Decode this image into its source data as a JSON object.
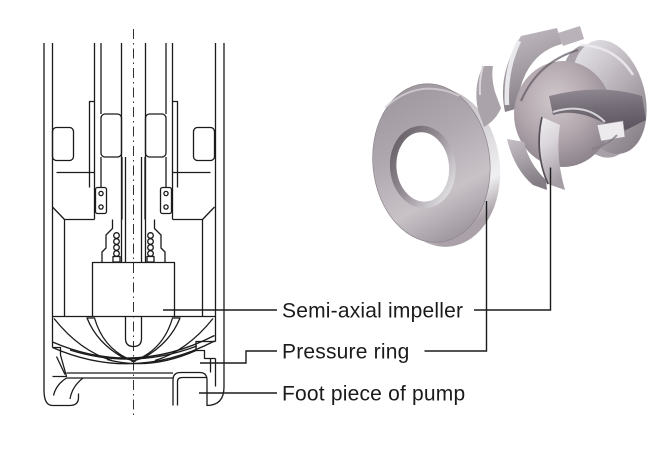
{
  "diagram": {
    "background": "#ffffff",
    "line_color": "#1b1b1b",
    "callouts": [
      {
        "id": "semi-axial-impeller",
        "label": "Semi-axial impeller"
      },
      {
        "id": "pressure-ring",
        "label": "Pressure ring"
      },
      {
        "id": "foot-piece-of-pump",
        "label": "Foot piece of pump"
      }
    ],
    "renders": [
      {
        "id": "pressure-ring-render",
        "part": "Pressure ring"
      },
      {
        "id": "impeller-render",
        "part": "Semi-axial impeller"
      }
    ],
    "metal_palette": {
      "highlight": "#f1f0f3",
      "light": "#d7d2d7",
      "mid": "#aba3aa",
      "body": "#9b9098",
      "dark": "#746d76",
      "edge": "#544e57"
    }
  }
}
